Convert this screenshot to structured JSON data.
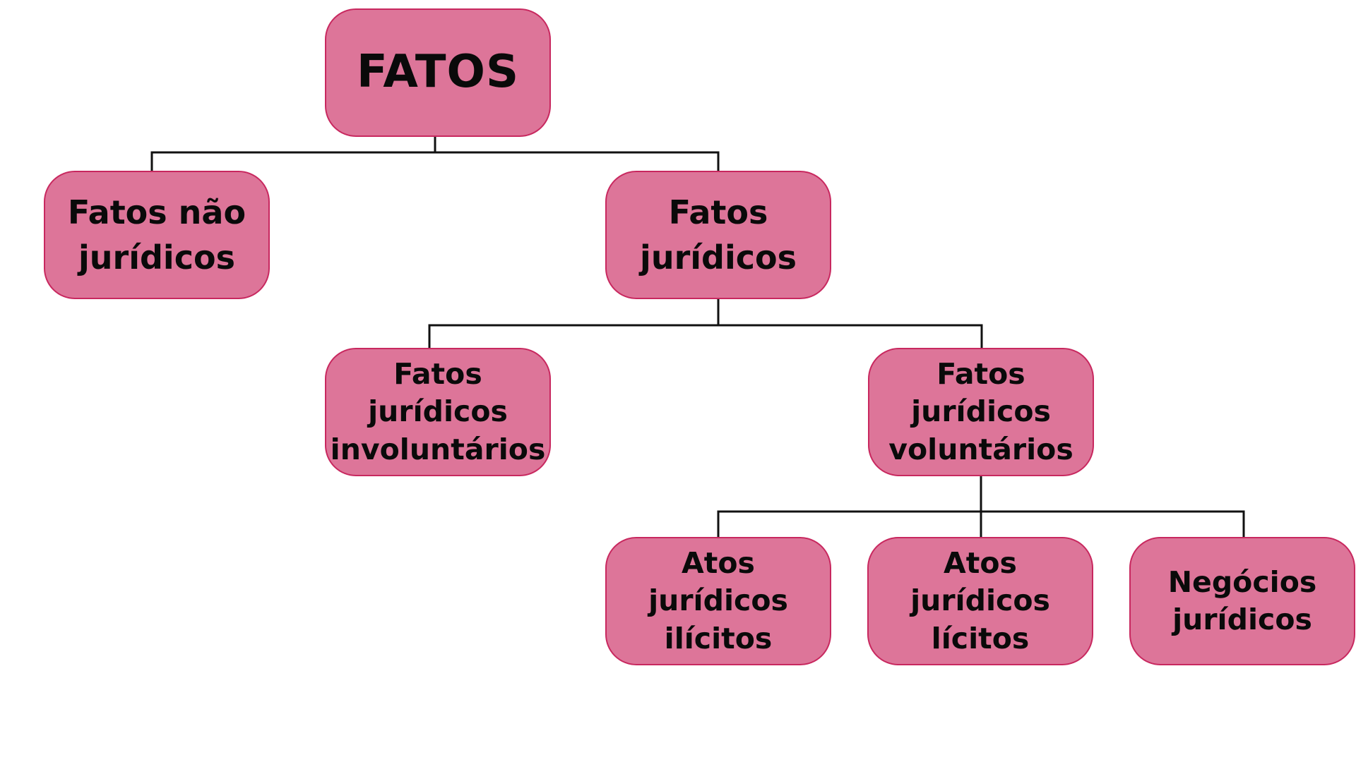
{
  "colors": {
    "node_fill": "#dd7599",
    "node_border": "#c8285f",
    "connector": "#111111",
    "text": "#0a0a0a"
  },
  "nodes": {
    "root": {
      "label": "FATOS"
    },
    "nao_juridicos": {
      "label": "Fatos não jurídicos"
    },
    "juridicos": {
      "label": "Fatos jurídicos"
    },
    "involuntarios": {
      "label": "Fatos jurídicos involuntários"
    },
    "voluntarios": {
      "label": "Fatos jurídicos voluntários"
    },
    "ilicitos": {
      "label": "Atos jurídicos ilícitos"
    },
    "licitos": {
      "label": "Atos jurídicos lícitos"
    },
    "negocios": {
      "label": "Negócios jurídicos"
    }
  },
  "edges": [
    [
      "root",
      "nao_juridicos"
    ],
    [
      "root",
      "juridicos"
    ],
    [
      "juridicos",
      "involuntarios"
    ],
    [
      "juridicos",
      "voluntarios"
    ],
    [
      "voluntarios",
      "ilicitos"
    ],
    [
      "voluntarios",
      "licitos"
    ],
    [
      "voluntarios",
      "negocios"
    ]
  ]
}
